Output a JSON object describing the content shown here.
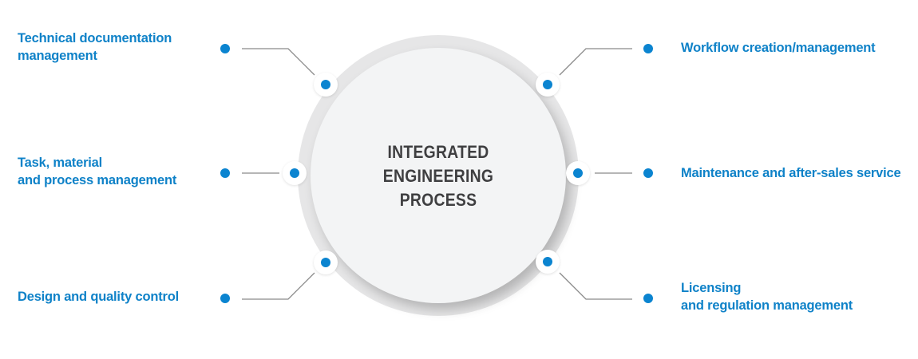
{
  "diagram": {
    "center_title": "INTEGRATED\nENGINEERING\nPROCESS",
    "left_items": [
      {
        "label": "Technical documentation\nmanagement"
      },
      {
        "label": "Task, material\nand process management"
      },
      {
        "label": "Design and quality control"
      }
    ],
    "right_items": [
      {
        "label": "Workflow creation/management"
      },
      {
        "label": "Maintenance and after-sales service"
      },
      {
        "label": "Licensing\nand regulation management"
      }
    ],
    "colors": {
      "accent_blue": "#0b84d0",
      "label_blue": "#0f82c8",
      "center_text": "#3f3f41",
      "ring": "#e6e6e7",
      "circle": "#f3f4f5",
      "connector": "#8a8a8a"
    }
  }
}
